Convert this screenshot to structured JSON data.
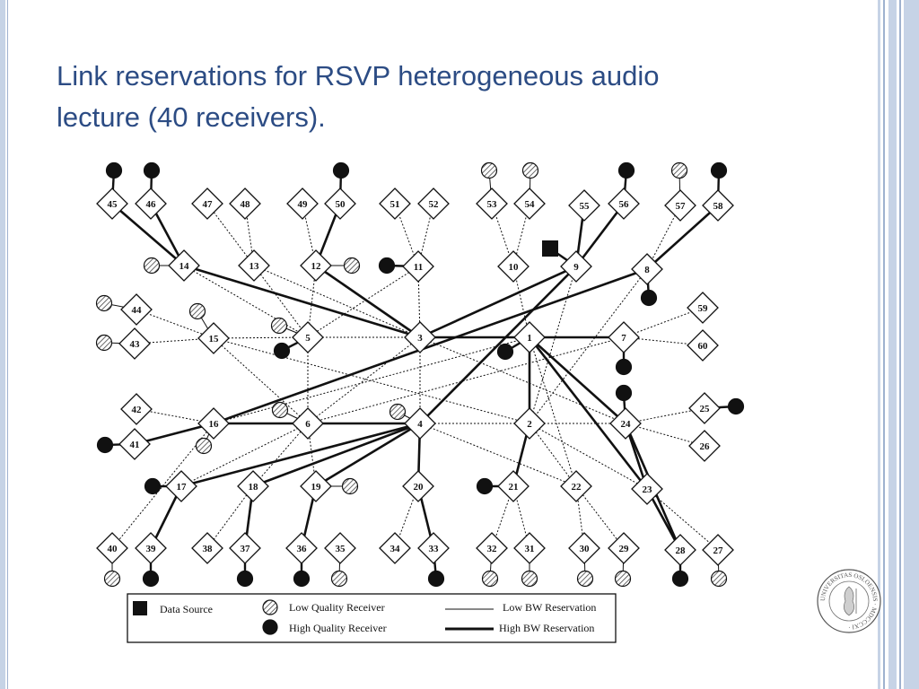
{
  "slide": {
    "title_line1": "Link reservations for RSVP heterogeneous audio",
    "title_line2": "lecture (40 receivers)."
  },
  "colors": {
    "title": "#2c4c84",
    "frame": "#9fb2cf",
    "ink": "#111111",
    "hatch": "#555555"
  },
  "diagram": {
    "nodes": [
      "45",
      "46",
      "47",
      "48",
      "49",
      "50",
      "51",
      "52",
      "53",
      "54",
      "55",
      "56",
      "57",
      "58",
      "14",
      "13",
      "12",
      "11",
      "10",
      "9",
      "8",
      "44",
      "43",
      "15",
      "5",
      "3",
      "1",
      "7",
      "59",
      "60",
      "42",
      "41",
      "16",
      "6",
      "4",
      "2",
      "24",
      "25",
      "26",
      "17",
      "18",
      "19",
      "20",
      "21",
      "22",
      "23",
      "40",
      "39",
      "38",
      "37",
      "36",
      "35",
      "34",
      "33",
      "32",
      "31",
      "30",
      "29",
      "28",
      "27"
    ],
    "legend": {
      "data_source": "Data Source",
      "low_quality": "Low Quality Receiver",
      "high_quality": "High Quality Receiver",
      "low_bw": "Low BW Reservation",
      "high_bw": "High BW Reservation"
    }
  },
  "seal": {
    "text": "UNIVERSITAS OSLOENSIS · MDCCCXI ·"
  }
}
